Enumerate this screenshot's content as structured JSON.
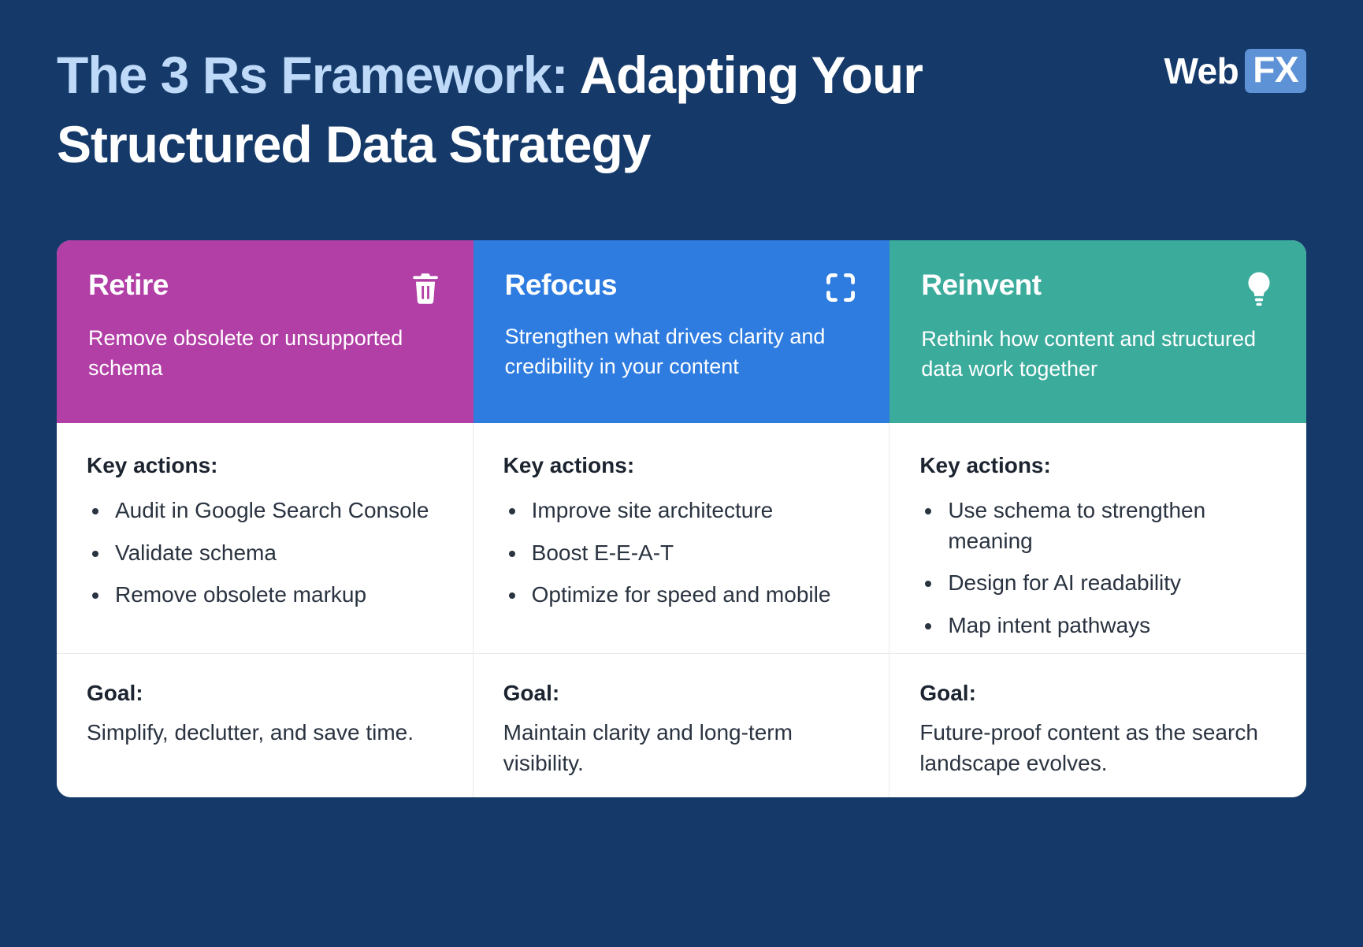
{
  "header": {
    "title_highlight": "The 3 Rs Framework:",
    "title_rest": "Adapting Your Structured Data Strategy"
  },
  "logo": {
    "web": "Web",
    "fx": "FX"
  },
  "card": {
    "columns": [
      {
        "title": "Retire",
        "icon": "trash-icon",
        "subtitle": "Remove obsolete or unsupported schema",
        "key_actions_label": "Key actions:",
        "actions": [
          "Audit in Google Search Console",
          "Validate schema",
          "Remove obsolete markup"
        ],
        "goal_label": "Goal:",
        "goal_text": "Simplify, declutter, and save time."
      },
      {
        "title": "Refocus",
        "icon": "focus-brackets-icon",
        "subtitle": "Strengthen what drives clarity and credibility in your content",
        "key_actions_label": "Key actions:",
        "actions": [
          "Improve site architecture",
          "Boost E-E-A-T",
          "Optimize for speed and mobile"
        ],
        "goal_label": "Goal:",
        "goal_text": "Maintain clarity and long-term visibility."
      },
      {
        "title": "Reinvent",
        "icon": "lightbulb-icon",
        "subtitle": "Rethink how content and structured data work together",
        "key_actions_label": "Key actions:",
        "actions": [
          "Use schema to strengthen meaning",
          "Design for AI readability",
          "Map intent pathways"
        ],
        "goal_label": "Goal:",
        "goal_text": "Future-proof content as the search landscape evolves."
      }
    ]
  },
  "colors": {
    "background": "#153A6A",
    "title_highlight": "#BEDAF8",
    "retire_accent": "#B23FA6",
    "refocus_accent": "#2E7CE0",
    "reinvent_accent": "#3BAB9C"
  }
}
